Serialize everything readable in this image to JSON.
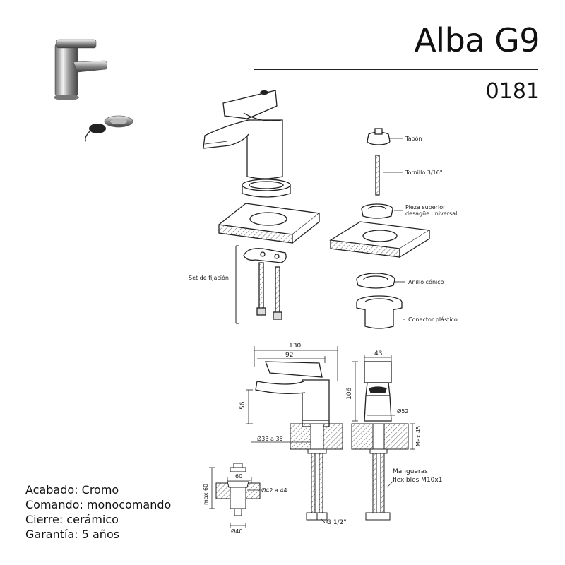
{
  "header": {
    "title": "Alba G9",
    "code": "0181"
  },
  "parts": {
    "tapon": "Tapón",
    "tornillo": "Tornillo 3/16\"",
    "pieza_line1": "Pieza superior",
    "pieza_line2": "desagüe universal",
    "set_fijacion": "Set de fijación",
    "anillo": "Anillo cónico",
    "conector": "Conector plástico"
  },
  "dimensions": {
    "width_total": "130",
    "spout_reach": "92",
    "height_spout": "56",
    "height_total": "106",
    "side_width": "43",
    "hole_range": "Ø33 a 36",
    "base_diam": "Ø52",
    "max_thickness": "Max 45",
    "hoses_line1": "Mangueras",
    "hoses_line2": "flexibles M10x1",
    "thread": "G 1/2\"",
    "drain_width": "60",
    "drain_max": "max 60",
    "drain_hole": "Ø42 a 44",
    "drain_outlet": "Ø40"
  },
  "specs": [
    "Acabado: Cromo",
    "Comando: monocomando",
    "Cierre: cerámico",
    "Garantía: 5 años"
  ]
}
